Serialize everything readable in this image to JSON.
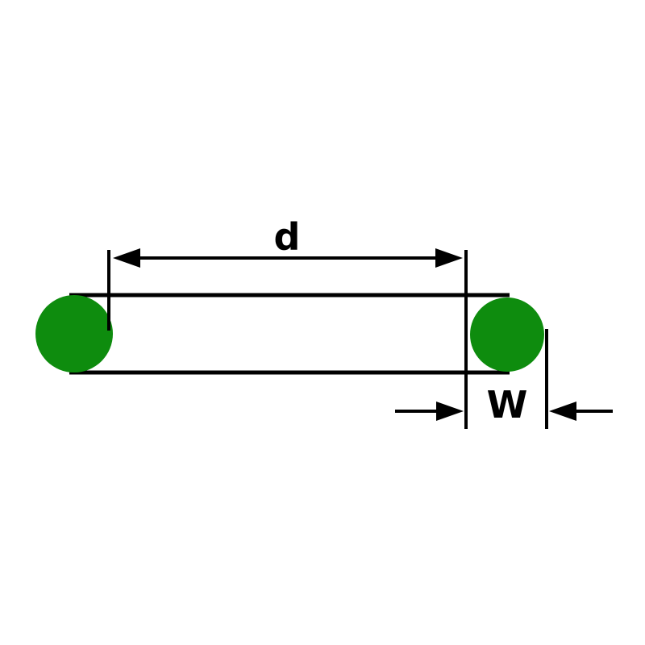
{
  "diagram": {
    "name": "o-ring-dimension-diagram",
    "labels": {
      "inner_diameter": "d",
      "cross_section_width": "W"
    },
    "colors": {
      "ring_fill": "#0e8c0e",
      "line": "#000000",
      "background": "#ffffff"
    }
  }
}
